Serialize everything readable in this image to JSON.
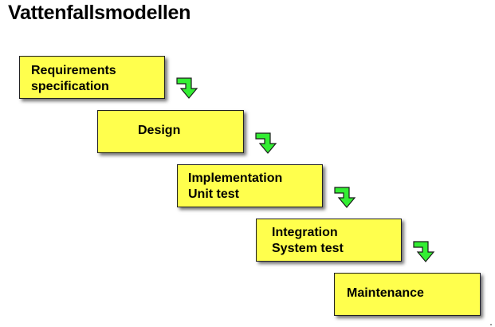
{
  "title": "Vattenfallsmodellen",
  "colors": {
    "stage_fill": "#ffff4d",
    "stage_border": "#222222",
    "arrow_fill": "#33ee33",
    "arrow_stroke": "#1a1a1a"
  },
  "stages": [
    {
      "lines": [
        "Requirements",
        "specification"
      ]
    },
    {
      "lines": [
        "Design"
      ]
    },
    {
      "lines": [
        "Implementation",
        "Unit test"
      ]
    },
    {
      "lines": [
        "Integration",
        "System test"
      ]
    },
    {
      "lines": [
        "Maintenance"
      ]
    }
  ],
  "connectors": [
    {
      "icon": "bent-arrow-down-right-icon"
    },
    {
      "icon": "bent-arrow-down-right-icon"
    },
    {
      "icon": "bent-arrow-down-right-icon"
    },
    {
      "icon": "bent-arrow-down-right-icon"
    }
  ]
}
